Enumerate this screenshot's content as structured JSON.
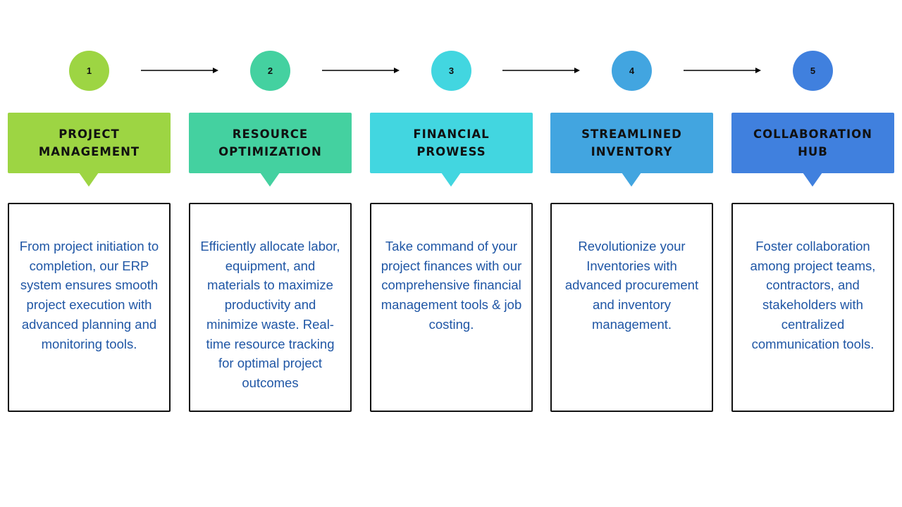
{
  "steps": [
    {
      "number": "1",
      "title": "PROJECT MANAGEMENT",
      "title_lines": [
        "PROJECT",
        "MANAGEMENT"
      ],
      "color": "#9dd543",
      "description": "From project initiation to completion, our ERP system ensures smooth project execution with advanced planning and monitoring tools."
    },
    {
      "number": "2",
      "title": "RESOURCE OPTIMIZATION",
      "title_lines": [
        "RESOURCE",
        "OPTIMIZATION"
      ],
      "color": "#44d1a0",
      "description": "Efficiently allocate labor, equipment, and materials to maximize productivity and minimize waste. Real-time resource tracking for optimal project outcomes"
    },
    {
      "number": "3",
      "title": "FINANCIAL PROWESS",
      "title_lines": [
        "FINANCIAL",
        "PROWESS"
      ],
      "color": "#42d6e0",
      "description": "Take command of your project finances with our comprehensive financial management tools & job costing."
    },
    {
      "number": "4",
      "title": "STREAMLINED INVENTORY",
      "title_lines": [
        "STREAMLINED",
        "INVENTORY"
      ],
      "color": "#42a5e0",
      "description": "Revolutionize your Inventories with advanced procurement and inventory management."
    },
    {
      "number": "5",
      "title": "COLLABORATION HUB",
      "title_lines": [
        "COLLABORATION",
        "HUB"
      ],
      "color": "#4080de",
      "description": "Foster collaboration among project teams, contractors, and stakeholders with centralized communication tools."
    }
  ],
  "colors": {
    "text_blue": "#1f56a5",
    "border": "#111111"
  }
}
